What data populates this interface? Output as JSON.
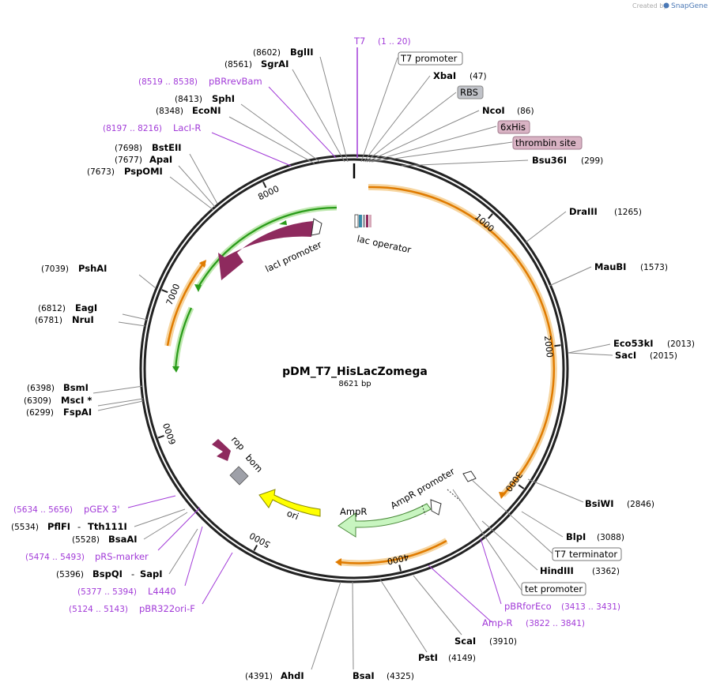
{
  "credit": {
    "created_by": "Created by",
    "brand": "SnapGene"
  },
  "plasmid": {
    "name": "pDM_T7_HisLacZomega",
    "length": "8621 bp"
  },
  "ticks": [
    "1000",
    "2000",
    "3000",
    "4000",
    "5000",
    "6000",
    "7000",
    "8000"
  ],
  "sites": [
    {
      "name": "BglII",
      "pos": "(8602)"
    },
    {
      "name": "SgrAI",
      "pos": "(8561)"
    },
    {
      "name": "SphI",
      "pos": "(8413)"
    },
    {
      "name": "EcoNI",
      "pos": "(8348)"
    },
    {
      "name": "BstEII",
      "pos": "(7698)"
    },
    {
      "name": "ApaI",
      "pos": "(7677)"
    },
    {
      "name": "PspOMI",
      "pos": "(7673)"
    },
    {
      "name": "PshAI",
      "pos": "(7039)"
    },
    {
      "name": "EagI",
      "pos": "(6812)"
    },
    {
      "name": "NruI",
      "pos": "(6781)"
    },
    {
      "name": "BsmI",
      "pos": "(6398)"
    },
    {
      "name": "MscI *",
      "pos": "(6309)"
    },
    {
      "name": "FspAI",
      "pos": "(6299)"
    },
    {
      "name": "PflFI",
      "name2": "Tth111I",
      "pos": "(5534)"
    },
    {
      "name": "BsaAI",
      "pos": "(5528)"
    },
    {
      "name": "BspQI",
      "name2": "SapI",
      "pos": "(5396)"
    },
    {
      "name": "AhdI",
      "pos": "(4391)"
    },
    {
      "name": "BsaI",
      "pos": "(4325)"
    },
    {
      "name": "PstI",
      "pos": "(4149)"
    },
    {
      "name": "ScaI",
      "pos": "(3910)"
    },
    {
      "name": "HindIII",
      "pos": "(3362)"
    },
    {
      "name": "BlpI",
      "pos": "(3088)"
    },
    {
      "name": "BsiWI",
      "pos": "(2846)"
    },
    {
      "name": "Eco53kI",
      "pos": "(2013)"
    },
    {
      "name": "SacI",
      "pos": "(2015)"
    },
    {
      "name": "MauBI",
      "pos": "(1573)"
    },
    {
      "name": "DraIII",
      "pos": "(1265)"
    },
    {
      "name": "Bsu36I",
      "pos": "(299)"
    },
    {
      "name": "NcoI",
      "pos": "(86)"
    },
    {
      "name": "XbaI",
      "pos": "(47)"
    }
  ],
  "primers": [
    {
      "name": "T7",
      "range": "(1 .. 20)"
    },
    {
      "name": "pBRrevBam",
      "range": "(8519 .. 8538)"
    },
    {
      "name": "LacI-R",
      "range": "(8197 .. 8216)"
    },
    {
      "name": "pGEX 3'",
      "range": "(5634 .. 5656)"
    },
    {
      "name": "pRS-marker",
      "range": "(5474 .. 5493)"
    },
    {
      "name": "L4440",
      "range": "(5377 .. 5394)"
    },
    {
      "name": "pBR322ori-F",
      "range": "(5124 .. 5143)"
    },
    {
      "name": "pBRforEco",
      "range": "(3413 .. 3431)"
    },
    {
      "name": "Amp-R",
      "range": "(3822 .. 3841)"
    }
  ],
  "boxed_features": [
    {
      "name": "T7 promoter",
      "style": "outline"
    },
    {
      "name": "RBS",
      "style": "gray"
    },
    {
      "name": "6xHis",
      "style": "pink"
    },
    {
      "name": "thrombin site",
      "style": "pink"
    },
    {
      "name": "T7 terminator",
      "style": "outline"
    },
    {
      "name": "tet promoter",
      "style": "outline"
    }
  ],
  "features": {
    "lac_operator": "lac operator",
    "laci": "lacI",
    "laci_promoter": "lacI promoter",
    "rop": "rop",
    "bom": "bom",
    "ori": "ori",
    "ampr": "AmpR",
    "ampr_promoter": "AmpR promoter"
  },
  "colors": {
    "backbone": "#222222",
    "laci": "#8e2a5e",
    "ampr": "#c8f5c0",
    "ori": "#ffff00",
    "bom": "#9ea0a8",
    "orf_orange": "#e07b00",
    "orf_green": "#2a9c1a",
    "primer": "#a23bd8",
    "site_line": "#888888"
  }
}
